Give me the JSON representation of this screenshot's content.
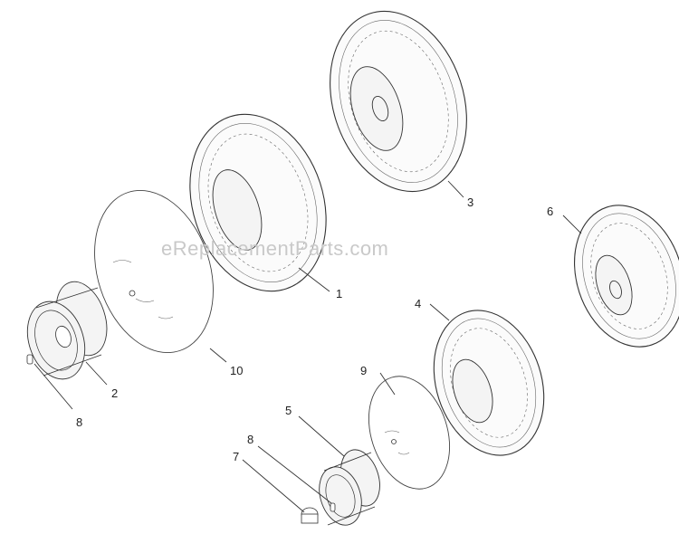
{
  "watermark": "eReplacementParts.com",
  "callouts": [
    "1",
    "2",
    "3",
    "4",
    "5",
    "6",
    "7",
    "8",
    "8",
    "9",
    "10"
  ]
}
